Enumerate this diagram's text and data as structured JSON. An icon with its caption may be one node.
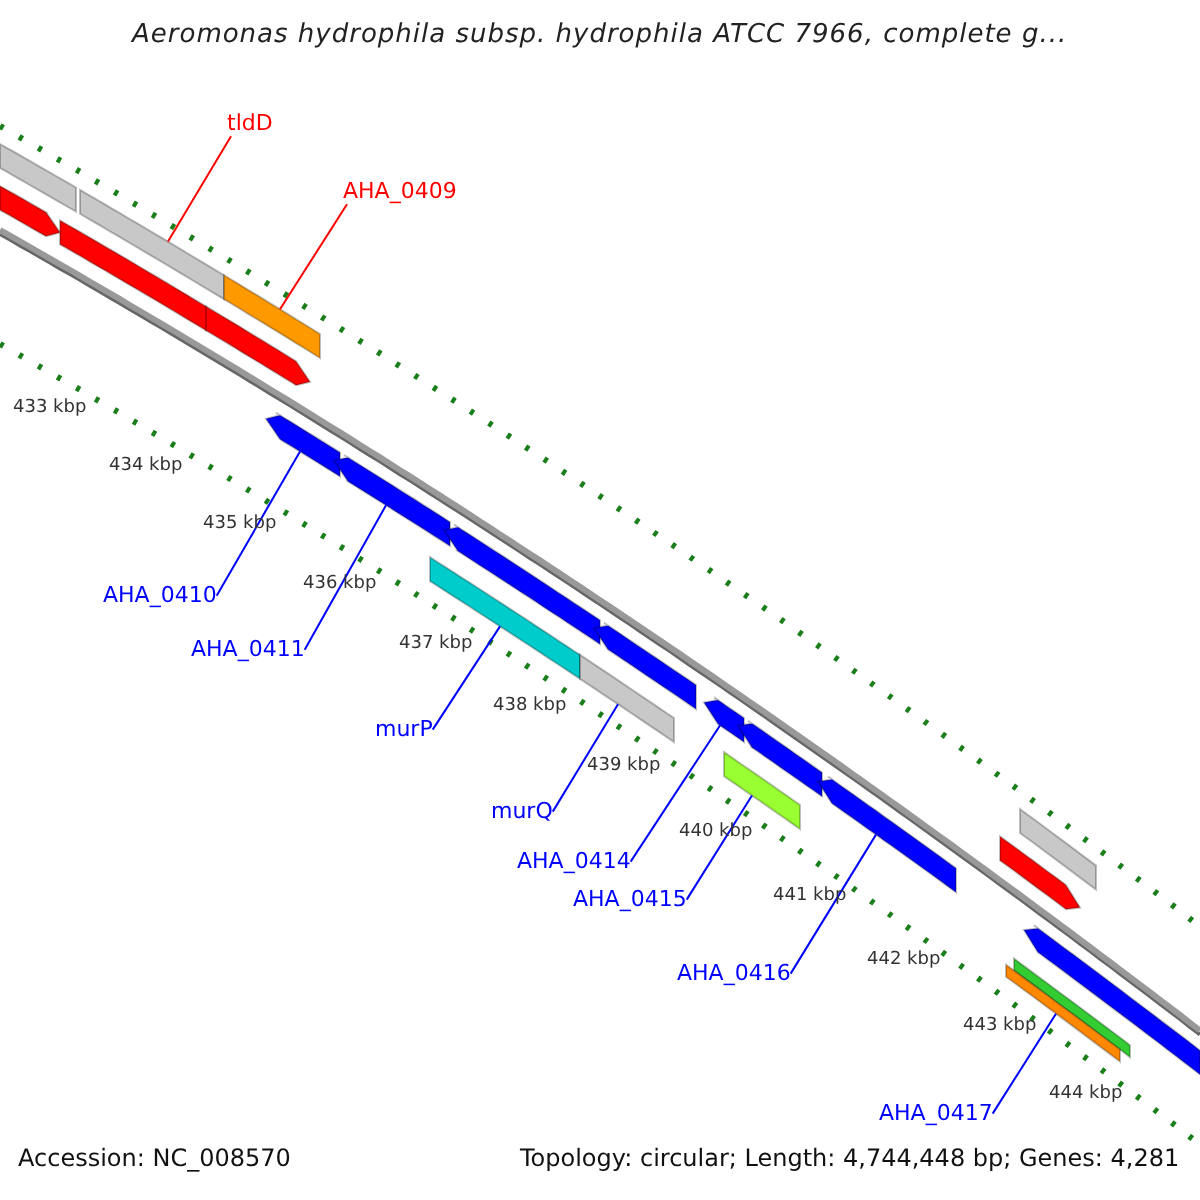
{
  "diagram": {
    "title": "Aeromonas hydrophila subsp. hydrophila ATCC 7966, complete g...",
    "nodes": [
      {
        "text": [
          "tldD"
        ]
      },
      {
        "text": [
          "AHA_0409"
        ]
      },
      {
        "text": [
          "AHA_0410"
        ]
      },
      {
        "text": [
          "AHA_0411"
        ]
      },
      {
        "text": [
          "murP"
        ]
      },
      {
        "text": [
          "murQ"
        ]
      },
      {
        "text": [
          "AHA_0414"
        ]
      },
      {
        "text": [
          "AHA_0415"
        ]
      },
      {
        "text": [
          "AHA_0416"
        ]
      },
      {
        "text": [
          "AHA_0417"
        ]
      },
      {
        "text": [],
        "shape": "bar"
      },
      {
        "text": [],
        "shape": "bar"
      },
      {
        "text": [],
        "shape": "bar"
      },
      {
        "text": [],
        "shape": "bar"
      },
      {
        "text": [],
        "shape": "bar"
      },
      {
        "text": [],
        "shape": "bar"
      },
      {
        "text": [],
        "shape": "bar"
      },
      {
        "text": [],
        "shape": "bar"
      },
      {
        "text": [],
        "shape": "bar"
      },
      {
        "text": [],
        "shape": "bar"
      }
    ],
    "edges": [
      {
        "from": 0,
        "to": 10,
        "arrow": "none",
        "color": "#ff0000"
      },
      {
        "from": 1,
        "to": 11,
        "arrow": "none",
        "color": "#ff0000"
      },
      {
        "from": 2,
        "to": 12,
        "arrow": "none"
      },
      {
        "from": 3,
        "to": 13,
        "arrow": "none"
      },
      {
        "from": 4,
        "to": 14,
        "arrow": "none"
      },
      {
        "from": 5,
        "to": 15,
        "arrow": "none"
      },
      {
        "from": 6,
        "to": 16,
        "arrow": "none"
      },
      {
        "from": 7,
        "to": 17,
        "arrow": "none"
      },
      {
        "from": 8,
        "to": 18,
        "arrow": "none"
      },
      {
        "from": 9,
        "to": 19,
        "arrow": "none"
      }
    ],
    "labels": [
      "433 kbp",
      "434 kbp",
      "435 kbp",
      "436 kbp",
      "437 kbp",
      "438 kbp",
      "439 kbp",
      "440 kbp",
      "441 kbp",
      "442 kbp",
      "443 kbp",
      "444 kbp",
      "Accession: NC_008570",
      "Topology: circular; Length: 4,744,448 bp; Genes: 4,281"
    ]
  }
}
